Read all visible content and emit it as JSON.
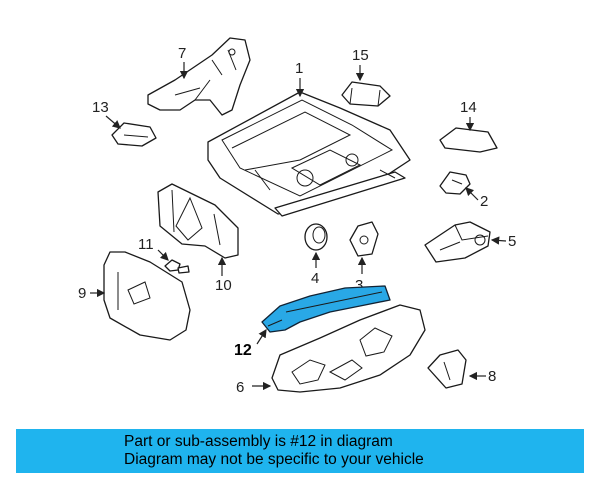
{
  "callouts": {
    "c1": "1",
    "c2": "2",
    "c3": "3",
    "c4": "4",
    "c5": "5",
    "c6": "6",
    "c7": "7",
    "c8": "8",
    "c9": "9",
    "c10": "10",
    "c11": "11",
    "c12": "12",
    "c13": "13",
    "c14": "14",
    "c15": "15"
  },
  "highlight_color": "#29a8e6",
  "banner": {
    "line1": "Part or sub-assembly is #12 in diagram",
    "line2": "Diagram may not be specific to your vehicle",
    "color": "#1fb4ee"
  }
}
